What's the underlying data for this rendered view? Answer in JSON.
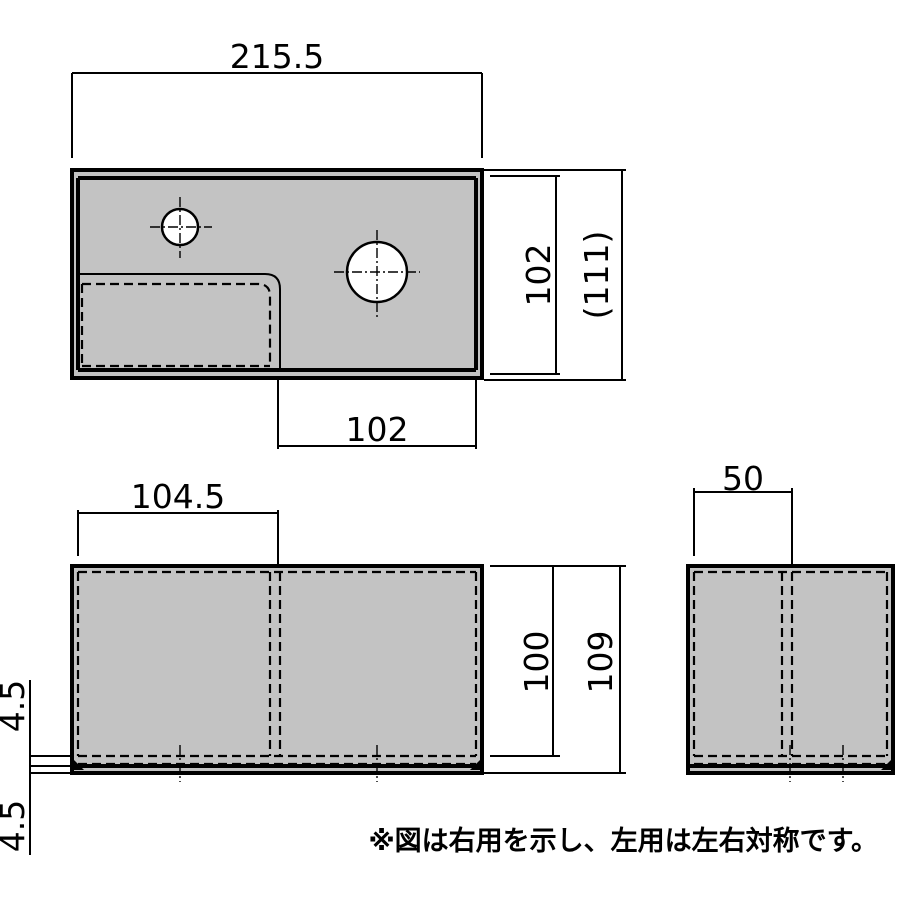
{
  "dimensions": {
    "top_width": "215.5",
    "top_depth": "102",
    "top_depth_overall": "(111)",
    "top_bottom_width": "102",
    "front_left_width": "104.5",
    "front_height": "100",
    "front_height_overall": "109",
    "foot_upper": "4.5",
    "foot_lower": "4.5",
    "side_width": "50"
  },
  "note": "※図は右用を示し、左用は左右対称です。",
  "colors": {
    "body_fill": "#c3c3c3",
    "line": "#000000",
    "background": "#ffffff"
  }
}
